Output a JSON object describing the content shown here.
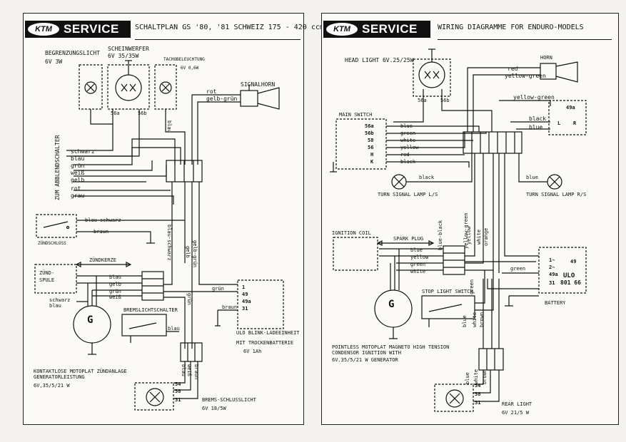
{
  "brand": {
    "logo_text": "KTM",
    "service_label": "SERVICE"
  },
  "left": {
    "title": "SCHALTPLAN GS '80, '81  SCHWEIZ  175 - 420 ccm",
    "labels": {
      "begrenzung": "BEGRENZUNGSLICHT",
      "begrenzung_rating": "6V 3W",
      "scheinwerfer": "SCHEINWERFER",
      "scheinwerfer_rating": "6V 35/35W",
      "tacho": "TACHOBELEUCHTUNG",
      "tacho_rating": "6V 0,6W",
      "t56a": "56a",
      "t56b": "56b",
      "signalhorn": "SIGNALHORN",
      "rot": "rot",
      "gelb_gruen": "gelb-grün",
      "blau_vert": "blau",
      "abblendschalter": "ZUM ABBLENDSCHALTER",
      "sw_schwarz": "schwarz",
      "sw_blau": "blau",
      "sw_gruen": "grün",
      "sw_weiss": "weiß",
      "sw_gelb": "gelb",
      "sw_rot": "rot",
      "sw_grau": "grau",
      "blau_schwarz": "blau-schwarz",
      "braun": "braun",
      "zuendschloss": "ZÜNDSCHLOSS",
      "zuendkerze": "ZÜNDKERZE",
      "zuendspule_1": "ZÜND-",
      "zuendspule_2": "SPULE",
      "c_blau": "blau",
      "c_gelb": "gelb",
      "c_gruen": "grün",
      "c_weiss": "weiß",
      "c_schwarz": "schwarz",
      "c_blau2": "blau",
      "brems": "BREMSLICHTSCHALTER",
      "brems_blau": "blau",
      "v_blau_schwarz": "blau-schwarz",
      "v_gelb": "gelb",
      "v_gelb_gruen": "gelb-grün",
      "v_gruen": "grün",
      "v_blau": "blau",
      "v_weiss": "weiß",
      "v_braun": "braun",
      "reg_gruen": "grün",
      "reg_braun": "braun",
      "t1": "1",
      "t49": "49",
      "t49a": "49a",
      "t31": "31",
      "ulo": "ULO BLINK-LADEEINHEIT",
      "trocken": "MIT TROCKENBATTERIE",
      "trocken_rating": "6V 1Ah",
      "gen_g": "G",
      "kontaktlose_1": "KONTAKTLOSE MOTOPLAT ZÜNDANLAGE",
      "kontaktlose_2": "GENERATORLEISTUNG",
      "kontaktlose_3": "6V,35/5/21 W",
      "tl54": "54",
      "tl58": "58",
      "tl31": "31",
      "brems_schluss": "BREMS-SCHLUSSLICHT",
      "brems_schluss_rating": "6V 18/5W"
    }
  },
  "right": {
    "title": "WIRING DIAGRAMME FOR ENDURO-MODELS",
    "labels": {
      "headlight": "HEAD LIGHT  6V.25/25W",
      "t56a": "56a",
      "t56b": "56b",
      "horn": "HORN",
      "red": "red",
      "yellow_green": "yellow-green",
      "yellow_green2": "yellow-green",
      "t49a": "49a",
      "black_r": "black",
      "blue_r": "blue",
      "relay_l": "L",
      "relay_r": "R",
      "main_switch": "MAIN SWITCH",
      "ms56a": "56a",
      "ms56b": "56b",
      "ms58": "58",
      "ms56": "56",
      "msH": "H",
      "msK": "K",
      "ms_blue": "blue",
      "ms_green": "green",
      "ms_white": "white",
      "ms_yellow": "yellow",
      "ms_red": "red",
      "ms_black": "black",
      "black_ts": "black",
      "blue_ts": "blue",
      "turn_ls": "TURN SIGNAL LAMP L/S",
      "turn_rs": "TURN SIGNAL LAMP R/S",
      "v_blue_black": "blue-black",
      "v_yellow": "yellow",
      "v_white": "white",
      "v_yellow_green": "yellow-green",
      "v_orange": "orange",
      "ignition_coil": "IGNITION COIL",
      "spark_plug": "SPARK PLUG",
      "c_blue": "blue",
      "c_yellow": "yellow",
      "c_green": "green",
      "c_white": "white",
      "green_b": "green",
      "green_v": "green",
      "b1": "1~",
      "b2": "2~",
      "b49": "49",
      "b49a": "49a",
      "b31": "31",
      "ulo": "ULO",
      "ulo_num": "801 66",
      "battery": "BATTERY",
      "stop_switch": "STOP LIGHT SWITCH",
      "gen_g": "G",
      "pointless_1": "POINTLESS MOTOPLAT MAGNETO HIGH TENSION",
      "pointless_2": "CONDENSOR IGNITION WITH",
      "pointless_3": "6V.35/5/21 W  GENERATOR",
      "lb_blue": "blue",
      "lb_white": "white",
      "lb_brown": "brown",
      "lb_blue2": "blue",
      "lb_white2": "white",
      "lb_brown2": "brown",
      "r54": "54",
      "r58": "58",
      "r31": "31",
      "rear_light": "REAR LIGHT",
      "rear_rating": "6V 21/5 W"
    }
  }
}
